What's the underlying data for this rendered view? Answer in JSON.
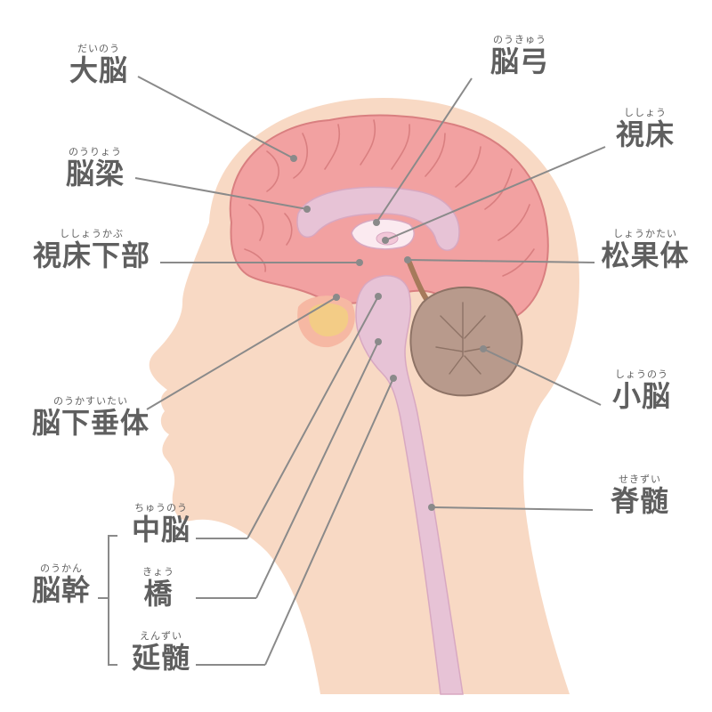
{
  "labels": {
    "cerebrum": {
      "ruby": "だいのう",
      "text": "大脳"
    },
    "fornix": {
      "ruby": "のうきゅう",
      "text": "脳弓"
    },
    "corpus": {
      "ruby": "のうりょう",
      "text": "脳梁"
    },
    "thalamus": {
      "ruby": "ししょう",
      "text": "視床"
    },
    "hypothalamus": {
      "ruby": "ししょうかぶ",
      "text": "視床下部"
    },
    "pineal": {
      "ruby": "しょうかたい",
      "text": "松果体"
    },
    "pituitary": {
      "ruby": "のうかすいたい",
      "text": "脳下垂体"
    },
    "cerebellum": {
      "ruby": "しょうのう",
      "text": "小脳"
    },
    "spinal": {
      "ruby": "せきずい",
      "text": "脊髄"
    },
    "midbrain": {
      "ruby": "ちゅうのう",
      "text": "中脳"
    },
    "brainstem": {
      "ruby": "のうかん",
      "text": "脳幹"
    },
    "pons": {
      "ruby": "きょう",
      "text": "橋"
    },
    "medulla": {
      "ruby": "えんずい",
      "text": "延髄"
    }
  },
  "colors": {
    "skin": "#f8d9c4",
    "brain": "#f2a1a1",
    "brain_line": "#d97f80",
    "inner": "#e7c3d6",
    "cerebellum": "#b89a8c",
    "cerebellum_line": "#8e7366",
    "pituitary": "#f3cc86",
    "leader": "#8a8a8a",
    "text": "#5f5f5f"
  }
}
